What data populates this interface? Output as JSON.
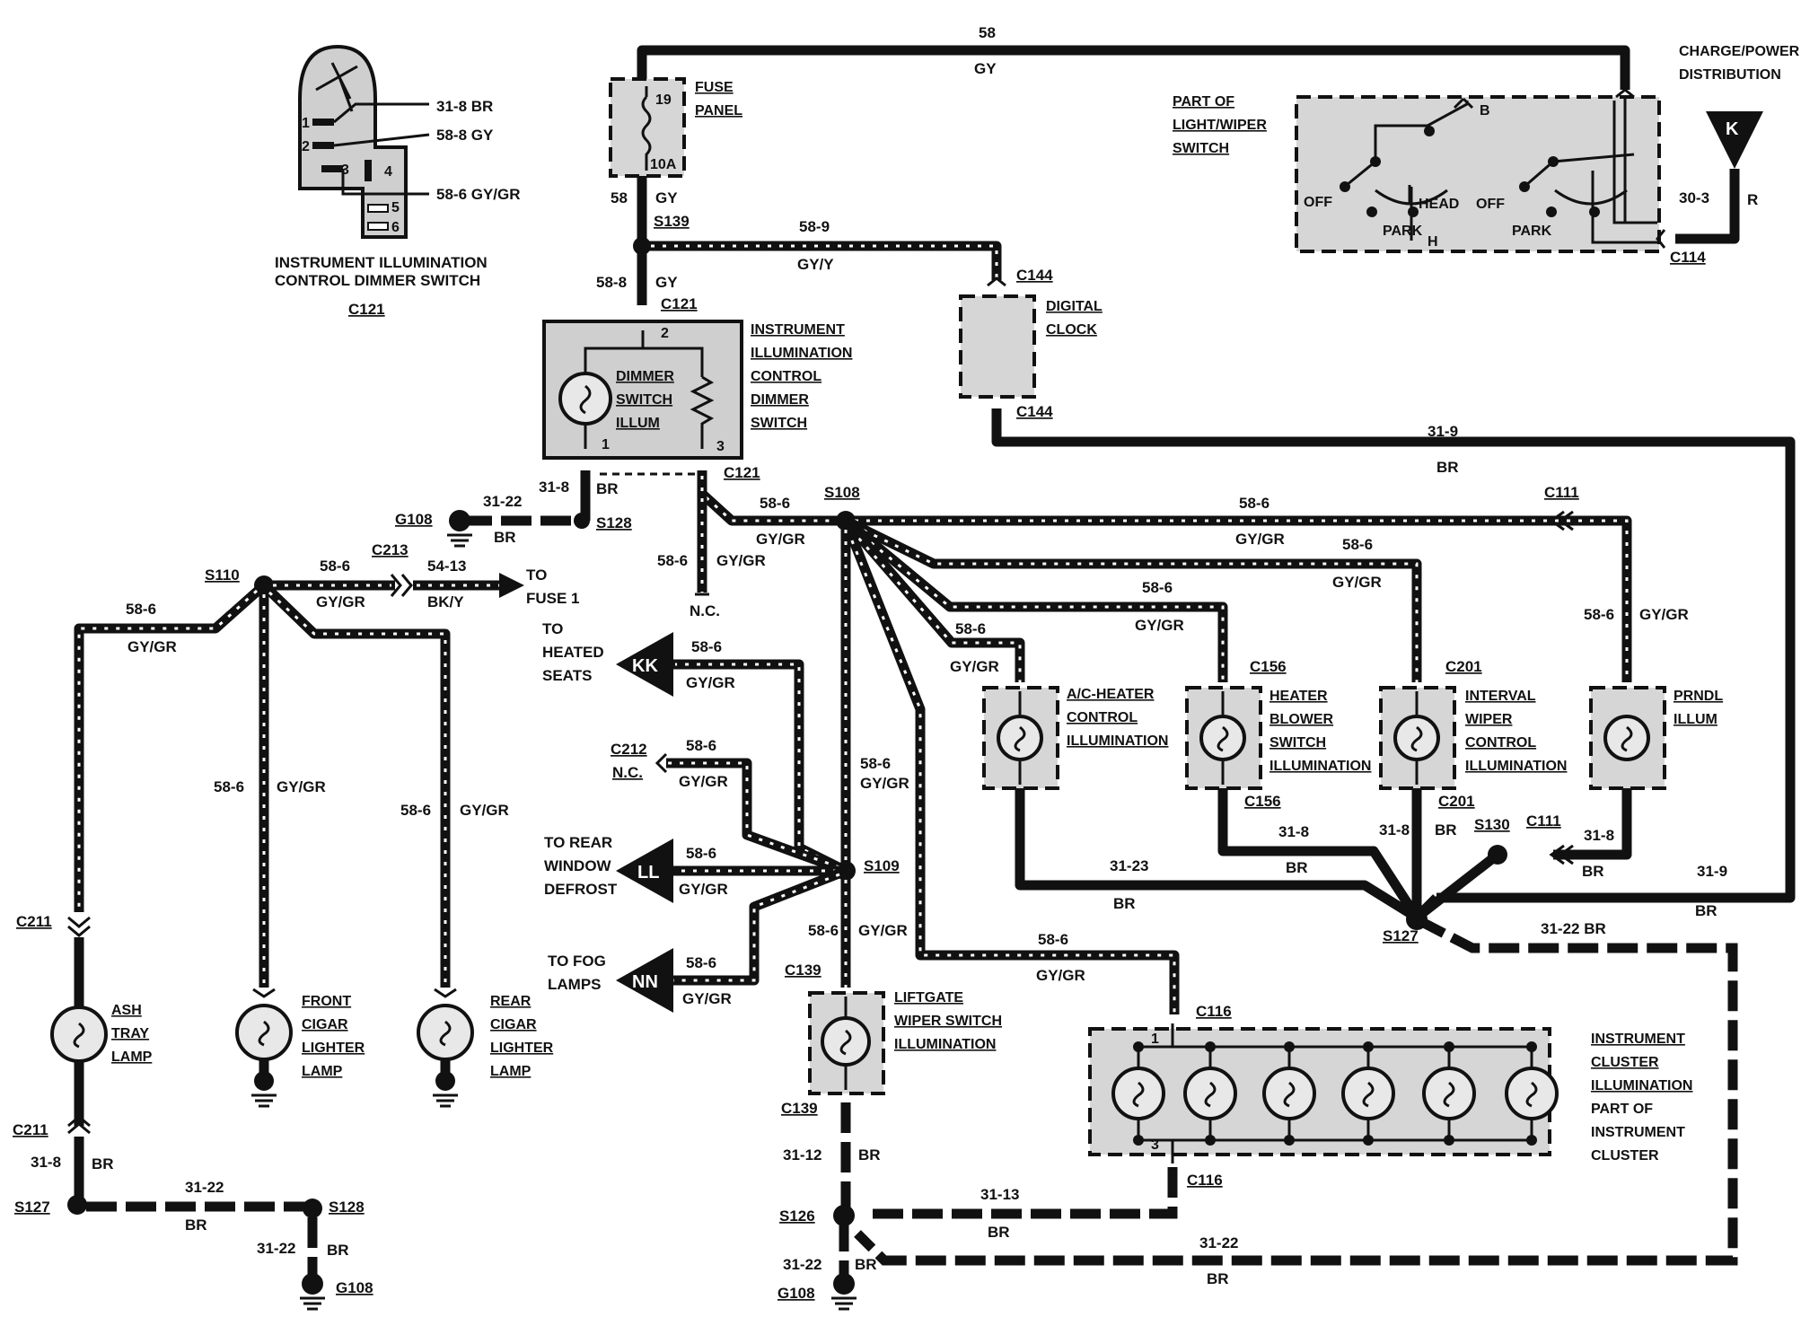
{
  "labels": {
    "charge_power": [
      "CHARGE/POWER",
      "DISTRIBUTION"
    ],
    "part_of_switch": [
      "PART OF",
      "LIGHT/WIPER",
      "SWITCH"
    ],
    "fuse_panel": [
      "FUSE",
      "PANEL"
    ],
    "fuse_num": "19",
    "fuse_rating": "10A",
    "dimmer_title": [
      "INSTRUMENT ILLUMINATION",
      "CONTROL DIMMER SWITCH"
    ],
    "dimmer_conn": "C121",
    "dimmer_pins": [
      "31-8 BR",
      "58-8 GY",
      "58-6 GY/GR"
    ],
    "dimmer_pin_nums": [
      "1",
      "2",
      "3",
      "4",
      "5",
      "6"
    ],
    "dimmer_block": [
      "INSTRUMENT",
      "ILLUMINATION",
      "CONTROL",
      "DIMMER",
      "SWITCH"
    ],
    "dimmer_inner": [
      "DIMMER",
      "SWITCH",
      "ILLUM"
    ],
    "digital_clock": [
      "DIGITAL",
      "CLOCK"
    ],
    "switch_positions": [
      "OFF",
      "HEAD",
      "PARK",
      "OFF",
      "PARK",
      "B",
      "H"
    ],
    "k_label": "K",
    "kk_label": "KK",
    "ll_label": "LL",
    "nn_label": "NN",
    "to_heated": [
      "TO",
      "HEATED",
      "SEATS"
    ],
    "to_rear": [
      "TO REAR",
      "WINDOW",
      "DEFROST"
    ],
    "to_fog": [
      "TO FOG",
      "LAMPS"
    ],
    "to_fuse": [
      "TO",
      "FUSE 1"
    ],
    "nc": "N.C.",
    "ac_heater": [
      "A/C-HEATER",
      "CONTROL",
      "ILLUMINATION"
    ],
    "heater_blower": [
      "HEATER",
      "BLOWER",
      "SWITCH",
      "ILLUMINATION"
    ],
    "interval_wiper": [
      "INTERVAL",
      "WIPER",
      "CONTROL",
      "ILLUMINATION"
    ],
    "prndl": [
      "PRNDL",
      "ILLUM"
    ],
    "liftgate": [
      "LIFTGATE",
      "WIPER SWITCH",
      "ILLUMINATION"
    ],
    "cluster": [
      "INSTRUMENT",
      "CLUSTER",
      "ILLUMINATION",
      "PART OF",
      "INSTRUMENT",
      "CLUSTER"
    ],
    "ash_tray": [
      "ASH",
      "TRAY",
      "LAMP"
    ],
    "front_cigar": [
      "FRONT",
      "CIGAR",
      "LIGHTER",
      "LAMP"
    ],
    "rear_cigar": [
      "REAR",
      "CIGAR",
      "LIGHTER",
      "LAMP"
    ]
  },
  "connectors": {
    "c121": "C121",
    "c144": "C144",
    "c114": "C114",
    "c111": "C111",
    "c156": "C156",
    "c201": "C201",
    "c139": "C139",
    "c116": "C116",
    "c211": "C211",
    "c212": "C212",
    "c213": "C213"
  },
  "splices": {
    "s139": "S139",
    "s108": "S108",
    "s128": "S128",
    "s110": "S110",
    "s109": "S109",
    "s127": "S127",
    "s126": "S126",
    "s130": "S130",
    "g108": "G108"
  },
  "wires": {
    "w58": "58",
    "gy": "GY",
    "w58_8": "58-8",
    "w58_9": "58-9",
    "gy_y": "GY/Y",
    "w58_6": "58-6",
    "gy_gr": "GY/GR",
    "w31_8": "31-8",
    "br": "BR",
    "w31_22": "31-22",
    "w31_9": "31-9",
    "w31_23": "31-23",
    "w31_12": "31-12",
    "w31_13": "31-13",
    "w30_3": "30-3",
    "r": "R",
    "w54_13": "54-13",
    "bk_y": "BK/Y",
    "w31_22_br": "31-22 BR"
  }
}
